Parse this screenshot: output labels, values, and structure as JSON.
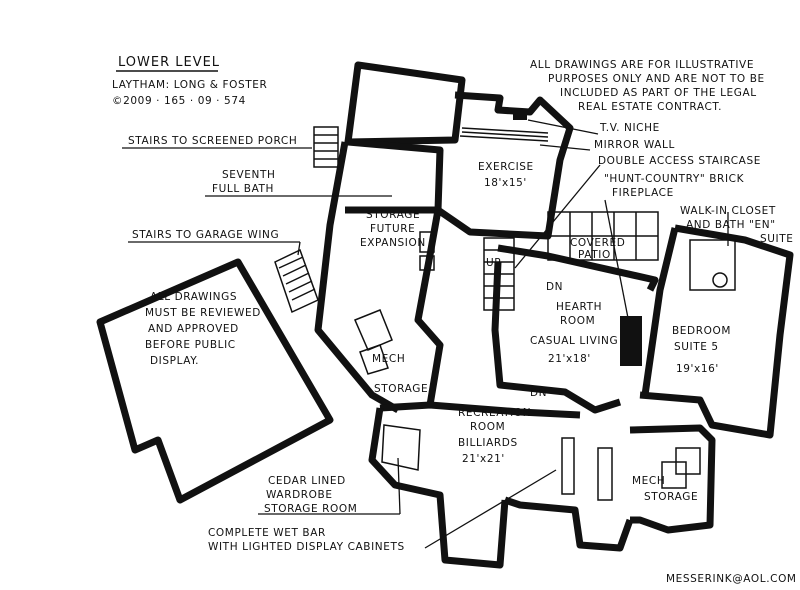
{
  "header": {
    "title": "LOWER LEVEL",
    "credit": "LAYTHAM: LONG & FOSTER",
    "copyright": "©2009 · 165 · 09 · 574"
  },
  "disclaimer": {
    "line1": "ALL DRAWINGS ARE FOR ILLUSTRATIVE",
    "line2": "PURPOSES ONLY AND ARE NOT TO BE",
    "line3": "INCLUDED AS PART OF THE LEGAL",
    "line4": "REAL ESTATE CONTRACT."
  },
  "callouts": {
    "stairs_porch": "STAIRS TO SCREENED PORCH",
    "seventh_bath_1": "SEVENTH",
    "seventh_bath_2": "FULL BATH",
    "stairs_garage": "STAIRS TO GARAGE WING",
    "tv_niche": "T.V. NICHE",
    "mirror_wall": "MIRROR WALL",
    "double_stair": "DOUBLE ACCESS STAIRCASE",
    "hunt_country_1": "\"HUNT-COUNTRY\" BRICK",
    "hunt_country_2": "FIREPLACE",
    "walkin_1": "WALK-IN CLOSET",
    "walkin_2": "AND BATH \"EN\"",
    "walkin_3": "SUITE",
    "cedar_1": "CEDAR LINED",
    "cedar_2": "WARDROBE",
    "cedar_3": "STORAGE ROOM",
    "wetbar_1": "COMPLETE WET BAR",
    "wetbar_2": "WITH LIGHTED DISPLAY CABINETS"
  },
  "garage_note": {
    "line1": "ALL DRAWINGS",
    "line2": "MUST BE REVIEWED",
    "line3": "AND APPROVED",
    "line4": "BEFORE PUBLIC",
    "line5": "DISPLAY."
  },
  "rooms": {
    "exercise_name": "EXERCISE",
    "exercise_dim": "18'x15'",
    "storage_future_1": "STORAGE",
    "storage_future_2": "FUTURE",
    "storage_future_3": "EXPANSION",
    "covered_patio_1": "COVERED",
    "covered_patio_2": "PATIO",
    "hearth_1": "HEARTH",
    "hearth_2": "ROOM",
    "hearth_3": "CASUAL LIVING",
    "hearth_dim": "21'x18'",
    "bedroom_1": "BEDROOM",
    "bedroom_2": "SUITE 5",
    "bedroom_dim": "19'x16'",
    "mech_left": "MECH",
    "storage_left": "STORAGE",
    "recreation_1": "RECREATION",
    "recreation_2": "ROOM",
    "recreation_3": "BILLIARDS",
    "recreation_dim": "21'x21'",
    "mech_right": "MECH",
    "storage_right": "STORAGE",
    "stair_up": "UP",
    "stair_dn_1": "DN",
    "stair_dn_2": "DN"
  },
  "signature": "MESSERINK@AOL.COM"
}
